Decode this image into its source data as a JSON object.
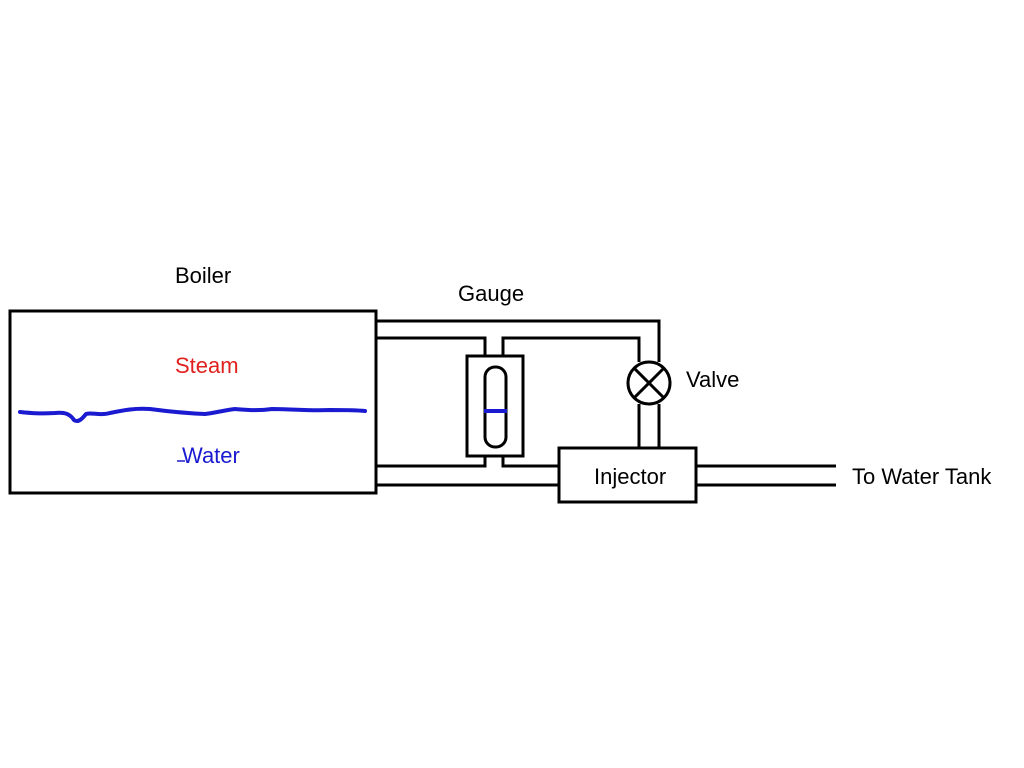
{
  "labels": {
    "boiler": "Boiler",
    "gauge": "Gauge",
    "steam": "Steam",
    "water": "Water",
    "valve": "Valve",
    "injector": "Injector",
    "to_water_tank": "To Water Tank"
  },
  "colors": {
    "line": "#000000",
    "steam_text": "#e0201e",
    "water": "#1a1ad0",
    "background": "#ffffff"
  }
}
